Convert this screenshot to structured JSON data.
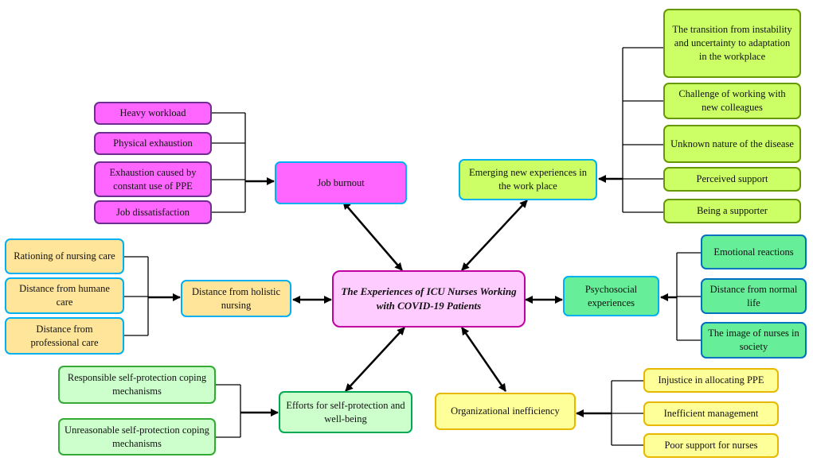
{
  "center": {
    "title": "The Experiences of ICU Nurses Working with COVID-19 Patients"
  },
  "themes": {
    "job_burnout": {
      "label": "Job burnout",
      "items": [
        "Heavy workload",
        "Physical exhaustion",
        "Exhaustion caused by constant use of PPE",
        "Job dissatisfaction"
      ]
    },
    "emerging": {
      "label": "Emerging new experiences in the work place",
      "items": [
        "The transition from instability and uncertainty to adaptation in the workplace",
        "Challenge of working with new colleagues",
        "Unknown nature of the disease",
        "Perceived support",
        "Being a supporter"
      ]
    },
    "holistic": {
      "label": "Distance from holistic nursing",
      "items": [
        "Rationing of nursing care",
        "Distance from humane care",
        "Distance from professional care"
      ]
    },
    "psychosocial": {
      "label": "Psychosocial experiences",
      "items": [
        "Emotional reactions",
        "Distance from normal life",
        "The image of nurses in society"
      ]
    },
    "self_protection": {
      "label": "Efforts for self-protection and well-being",
      "items": [
        "Responsible self-protection coping mechanisms",
        "Unreasonable self-protection coping mechanisms"
      ]
    },
    "organizational": {
      "label": "Organizational inefficiency",
      "items": [
        "Injustice in allocating PPE",
        "Inefficient management",
        "Poor support for nurses"
      ]
    }
  },
  "colors": {
    "center_fill": "#FFCCFF",
    "job_burnout_fill": "#FF66FF",
    "emerging_fill": "#CCFF66",
    "holistic_fill": "#FFE599",
    "psychosocial_fill": "#66EE99",
    "self_protection_fill": "#CCFFCC",
    "organizational_fill": "#FFFF99",
    "connector": "#000000"
  }
}
